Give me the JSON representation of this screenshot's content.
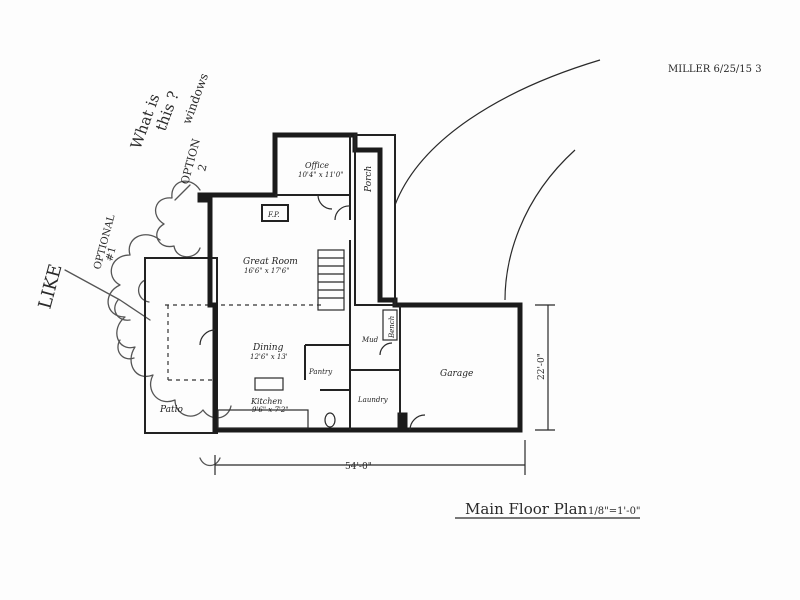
{
  "header": {
    "stamp": "MILLER 6/25/15 3"
  },
  "notes": {
    "question_line1": "What is",
    "question_line2": "this ?",
    "question_line3": "windows",
    "option2_line1": "OPTION",
    "option2_line2": "2",
    "optional_line1": "OPTIONAL",
    "optional_line2": "#1",
    "like": "LIKE"
  },
  "rooms": {
    "office": "Office",
    "office_dim": "10'4\" x 11'0\"",
    "porch": "Porch",
    "fireplace": "F.P.",
    "great_room": "Great Room",
    "great_room_dim": "16'6\" x 17'6\"",
    "dining": "Dining",
    "dining_dim": "12'6\" x 13'",
    "pantry": "Pantry",
    "kitchen": "Kitchen",
    "kitchen_dim": "9'6\" x 7'2\"",
    "patio": "Patio",
    "mud": "Mud",
    "bench": "Bench",
    "laundry": "Laundry",
    "garage": "Garage"
  },
  "dimensions": {
    "width": "54'-0\"",
    "depth": "22'-0\""
  },
  "footer": {
    "title": "Main Floor Plan",
    "scale": "1/8\"=1'-0\""
  }
}
